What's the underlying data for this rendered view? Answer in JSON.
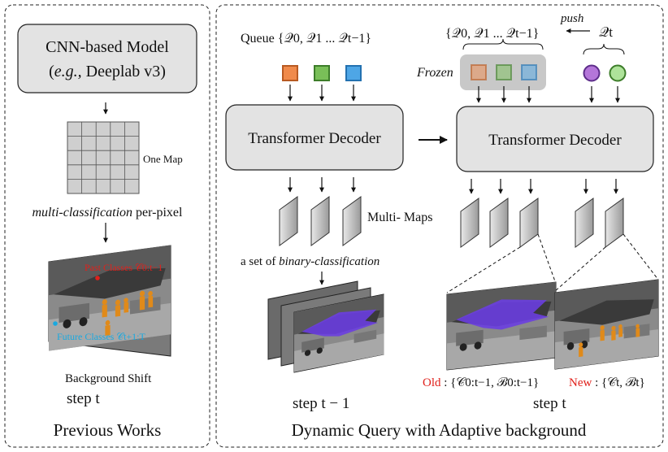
{
  "left_panel": {
    "title": "Previous Works",
    "model_box_line1": "CNN-based Model",
    "model_box_line2_eg": "e.g.,",
    "model_box_line2_open": "(",
    "model_box_line2_rest": " Deeplab v3)",
    "one_map_label": "One Map",
    "classification_italic": "multi-classification",
    "classification_rest": " per-pixel",
    "past_classes_label": "Past Classes 𝒞0:t−1",
    "future_classes_label": "Future Classes 𝒞t+1:T",
    "background_shift_label": "Background Shift",
    "step_label": "step t"
  },
  "right_panel": {
    "title": "Dynamic Query with Adaptive background",
    "queue_label": "Queue {𝒬0, 𝒬1 ... 𝒬t−1}",
    "decoder_left_label": "Transformer Decoder",
    "decoder_right_label": "Transformer Decoder",
    "multi_maps_label": "Multi- Maps",
    "binary_prefix": "a set of ",
    "binary_italic": "binary-classification",
    "frozen_set_label": "{𝒬0, 𝒬1 ... 𝒬t−1}",
    "frozen_label": "Frozen",
    "push_label": "push",
    "qt_label": "𝒬t",
    "old_word": "Old",
    "old_rest": " : {𝒞0:t−1, ℬ0:t−1}",
    "new_word": "New",
    "new_rest": " : {𝒞t, ℬt}",
    "step_left": "step t − 1",
    "step_right": "step t"
  },
  "colors": {
    "query_orange": "#f08a4b",
    "query_green": "#79bf58",
    "query_blue": "#4ea6e6",
    "new_query_purple": "#b476d9",
    "new_query_green": "#aee39a",
    "mask_purple": "#6a3ee0",
    "person_orange": "#e08a1a",
    "old_new_red": "#e0201b"
  }
}
